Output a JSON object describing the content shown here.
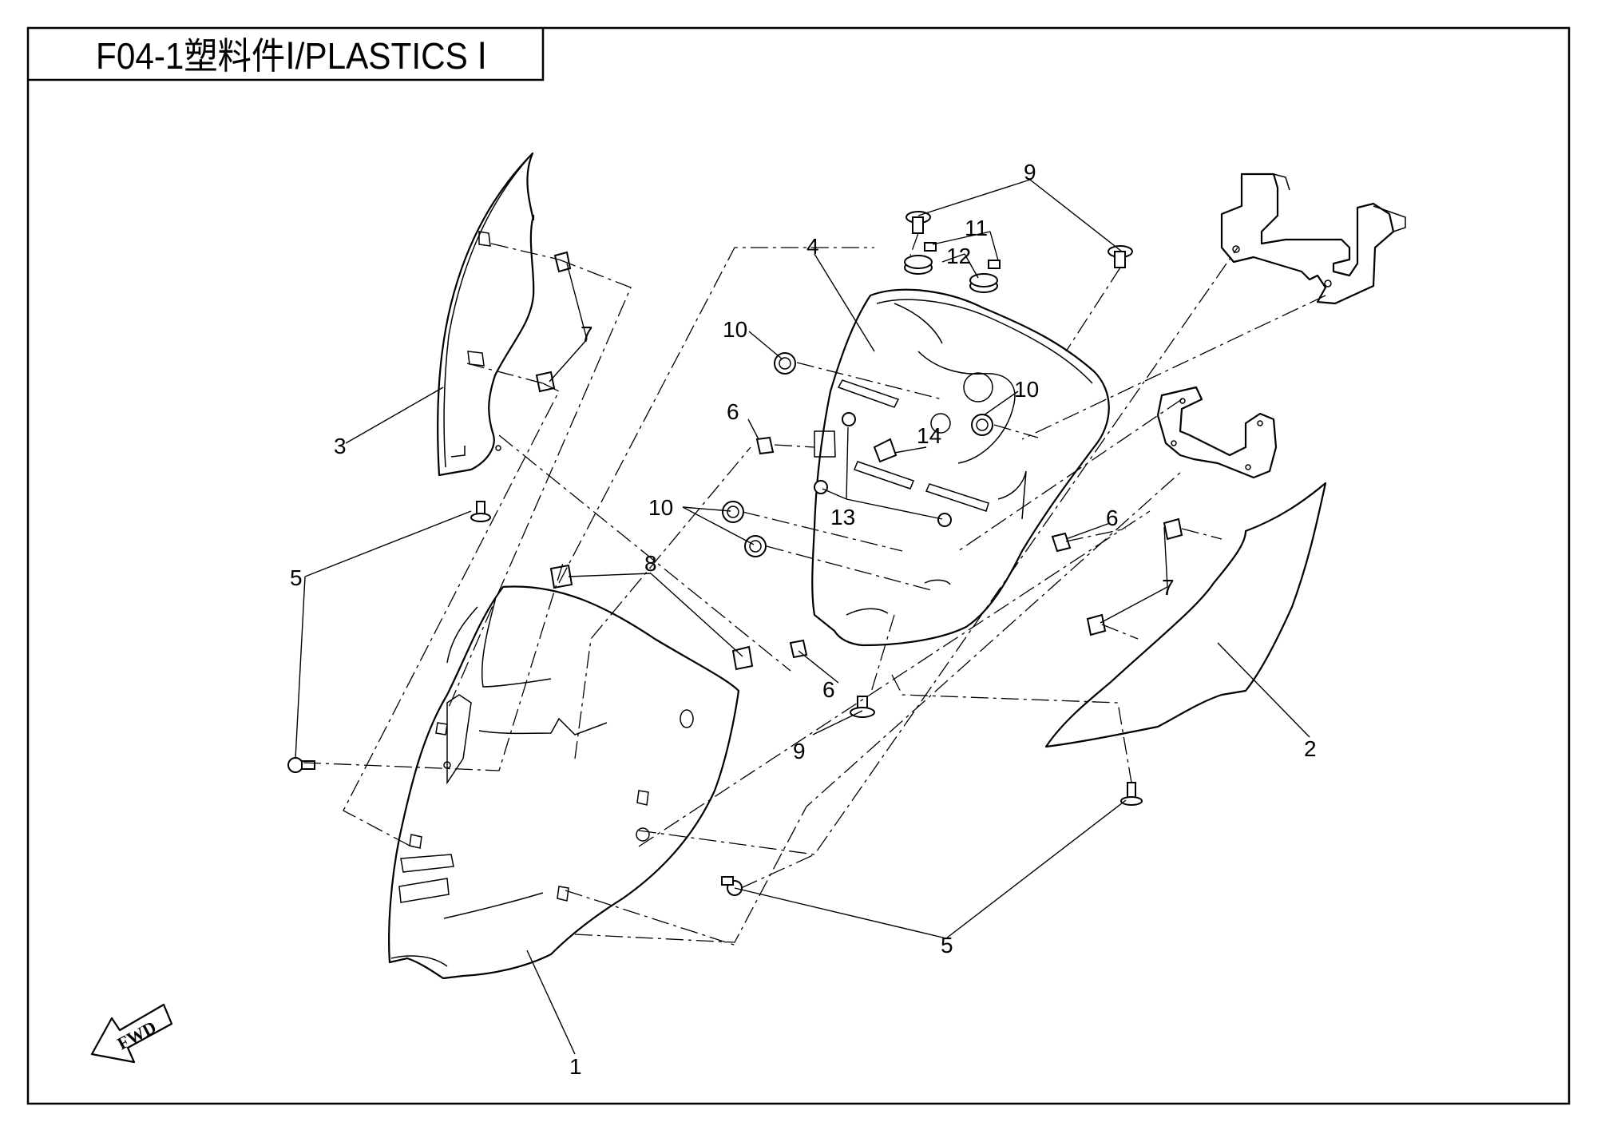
{
  "title": "F04-1塑料件Ⅰ/PLASTICS Ⅰ",
  "direction_label": "FWD",
  "callouts": [
    "1",
    "2",
    "3",
    "4",
    "5",
    "5",
    "6",
    "6",
    "6",
    "7",
    "7",
    "8",
    "9",
    "9",
    "10",
    "10",
    "10",
    "11",
    "12",
    "13",
    "14"
  ]
}
